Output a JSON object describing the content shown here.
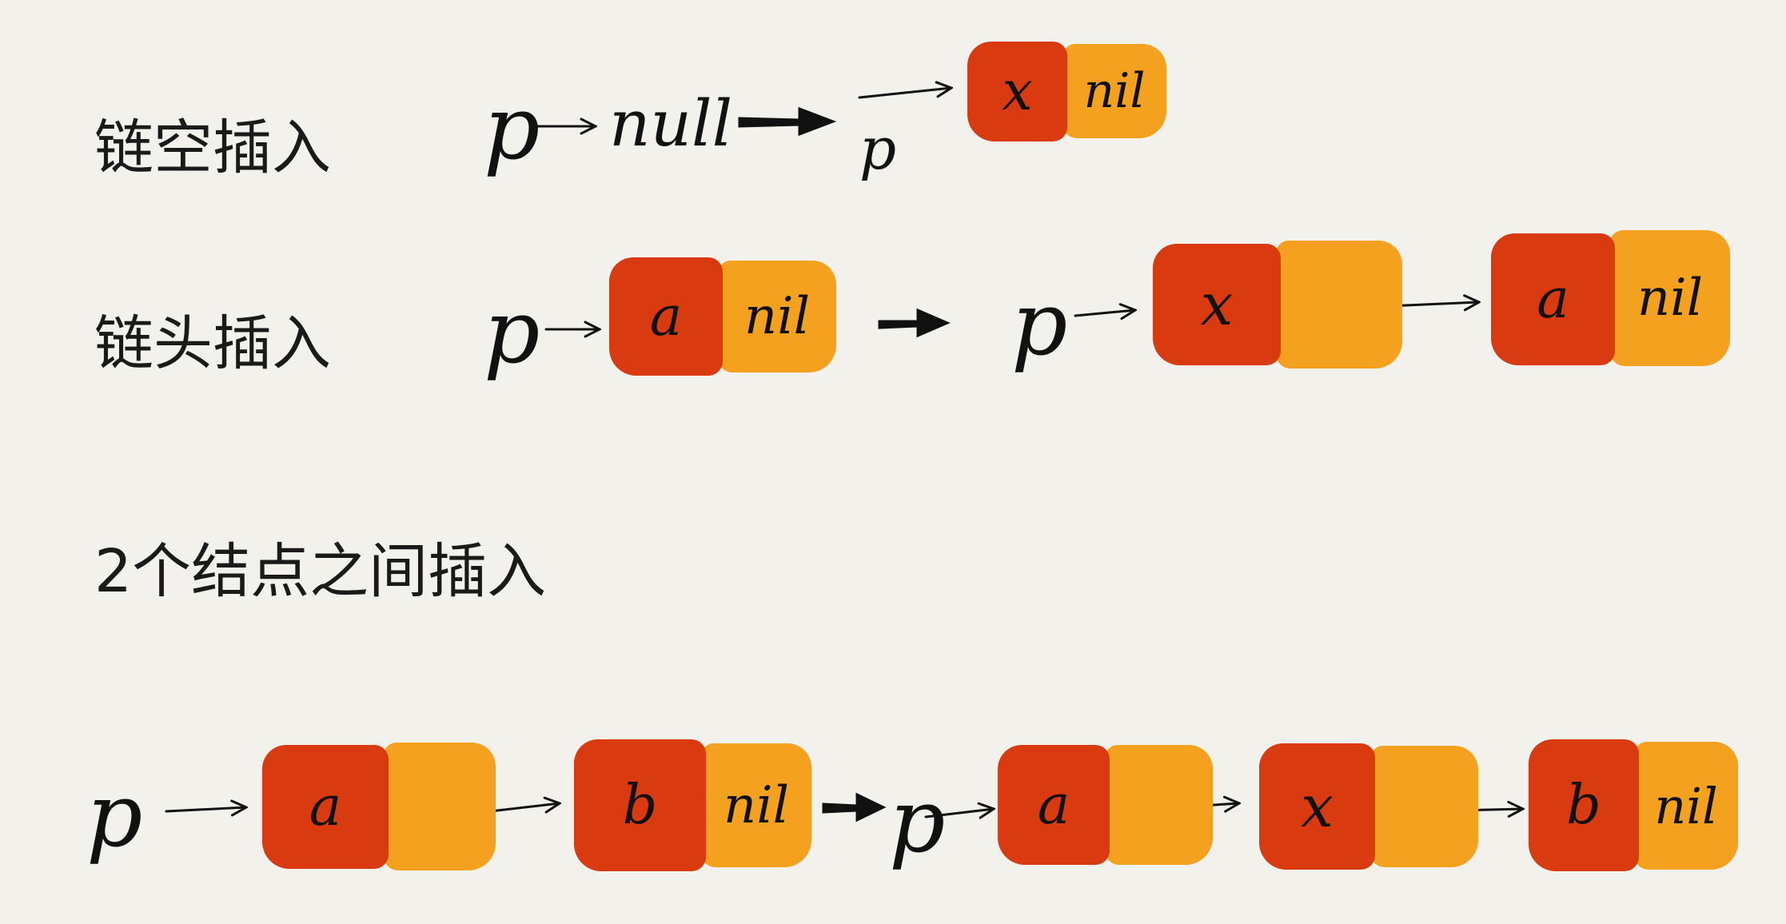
{
  "colors": {
    "data_cell": "#d93a0f",
    "next_cell": "#f3a11f",
    "ink": "#111111",
    "background": "#f3f1ec"
  },
  "rows": {
    "empty_insert": {
      "heading": "链空插入",
      "pointer": "p",
      "null_label": "null",
      "result_pointer": "p",
      "node": {
        "data": "x",
        "next": "nil"
      }
    },
    "head_insert": {
      "heading": "链头插入",
      "pointer": "p",
      "before_node": {
        "data": "a",
        "next": "nil"
      },
      "result_pointer": "p",
      "new_node": {
        "data": "x",
        "next": ""
      },
      "old_node": {
        "data": "a",
        "next": "nil"
      }
    },
    "middle_insert": {
      "heading": "2个结点之间插入",
      "pointer": "p",
      "before_nodes": [
        {
          "data": "a",
          "next": ""
        },
        {
          "data": "b",
          "next": "nil"
        }
      ],
      "result_pointer": "p",
      "after_nodes": [
        {
          "data": "a",
          "next": ""
        },
        {
          "data": "x",
          "next": ""
        },
        {
          "data": "b",
          "next": "nil"
        }
      ]
    }
  }
}
